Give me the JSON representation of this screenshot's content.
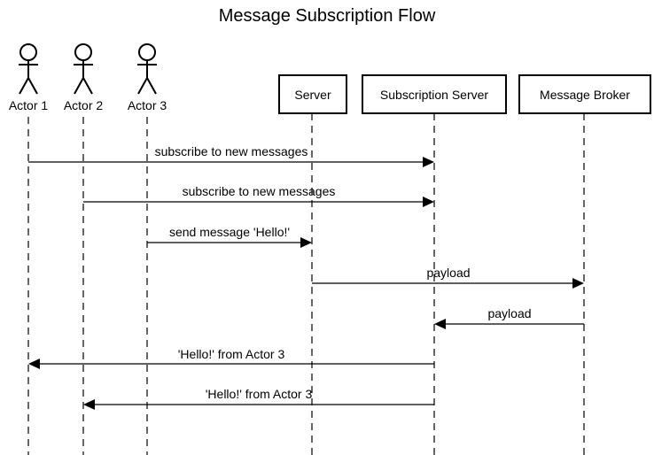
{
  "title": "Message Subscription Flow",
  "actors": [
    {
      "id": "actor1",
      "label": "Actor 1"
    },
    {
      "id": "actor2",
      "label": "Actor 2"
    },
    {
      "id": "actor3",
      "label": "Actor 3"
    }
  ],
  "components": [
    {
      "id": "server",
      "label": "Server"
    },
    {
      "id": "subscription_server",
      "label": "Subscription Server"
    },
    {
      "id": "message_broker",
      "label": "Message Broker"
    }
  ],
  "messages": [
    {
      "from": "actor1",
      "to": "subscription_server",
      "label": "subscribe to new messages"
    },
    {
      "from": "actor2",
      "to": "subscription_server",
      "label": "subscribe to new messages"
    },
    {
      "from": "actor3",
      "to": "server",
      "label": "send message 'Hello!'"
    },
    {
      "from": "server",
      "to": "message_broker",
      "label": "payload"
    },
    {
      "from": "message_broker",
      "to": "subscription_server",
      "label": "payload"
    },
    {
      "from": "subscription_server",
      "to": "actor1",
      "label": "'Hello!' from Actor 3"
    },
    {
      "from": "subscription_server",
      "to": "actor2",
      "label": "'Hello!' from Actor 3"
    }
  ],
  "colors": {
    "line": "#000000",
    "background": "#ffffff"
  }
}
